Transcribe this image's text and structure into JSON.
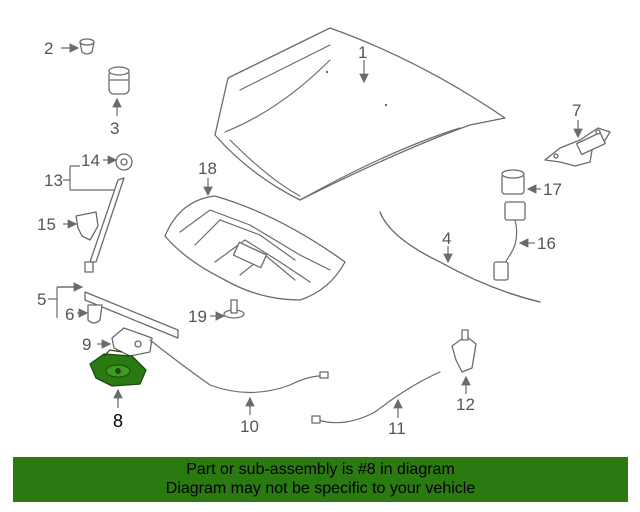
{
  "diagram": {
    "callouts": [
      "1",
      "2",
      "3",
      "4",
      "5",
      "6",
      "7",
      "8",
      "9",
      "10",
      "11",
      "12",
      "13",
      "14",
      "15",
      "16",
      "17",
      "18",
      "19"
    ],
    "highlighted_part": "8",
    "highlight_color": "#2a7a11",
    "line_color": "#6b6b6b"
  },
  "banner": {
    "line1": "Part or sub-assembly is #8 in diagram",
    "line2": "Diagram may not be specific to your vehicle",
    "background": "#2a7a11"
  }
}
